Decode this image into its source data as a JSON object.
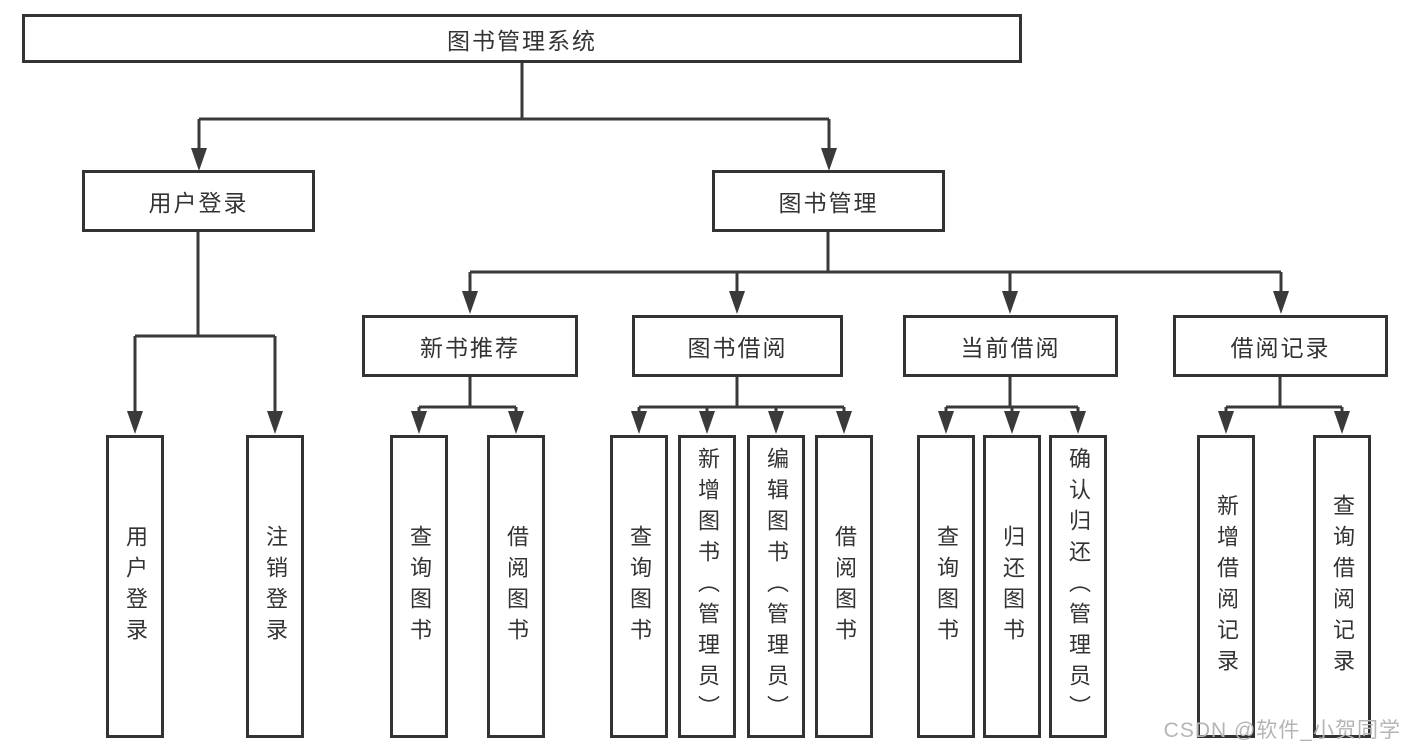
{
  "title": "图书管理系统",
  "colors": {
    "ink": "#333333",
    "line": "#3a3a3a",
    "background": "#ffffff",
    "watermark_text": "#b5b5b5"
  },
  "watermark": "CSDN @软件_小贺同学",
  "nodes": {
    "root": {
      "label": "图书管理系统"
    },
    "level2": [
      {
        "label": "用户登录"
      },
      {
        "label": "图书管理"
      }
    ],
    "level3": [
      {
        "label": "新书推荐",
        "parent": "图书管理"
      },
      {
        "label": "图书借阅",
        "parent": "图书管理"
      },
      {
        "label": "当前借阅",
        "parent": "图书管理"
      },
      {
        "label": "借阅记录",
        "parent": "图书管理"
      }
    ],
    "leaves": [
      {
        "label": "用户登录",
        "parent": "用户登录"
      },
      {
        "label": "注销登录",
        "parent": "用户登录"
      },
      {
        "label": "查询图书",
        "parent": "新书推荐"
      },
      {
        "label": "借阅图书",
        "parent": "新书推荐"
      },
      {
        "label": "查询图书",
        "parent": "图书借阅"
      },
      {
        "label": "新增图书（管理员）",
        "parent": "图书借阅"
      },
      {
        "label": "编辑图书（管理员）",
        "parent": "图书借阅"
      },
      {
        "label": "借阅图书",
        "parent": "图书借阅"
      },
      {
        "label": "查询图书",
        "parent": "当前借阅"
      },
      {
        "label": "归还图书",
        "parent": "当前借阅"
      },
      {
        "label": "确认归还（管理员）",
        "parent": "当前借阅"
      },
      {
        "label": "新增借阅记录",
        "parent": "借阅记录"
      },
      {
        "label": "查询借阅记录",
        "parent": "借阅记录"
      }
    ]
  }
}
